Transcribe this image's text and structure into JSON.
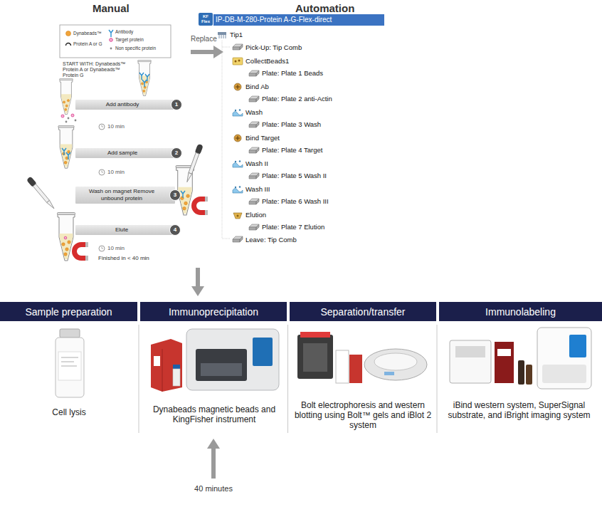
{
  "diagram": {
    "nodes": [
      {
        "text": [
          "Add antibody"
        ]
      },
      {
        "text": [
          "1"
        ],
        "in": 0
      },
      {
        "text": [
          "Add sample"
        ]
      },
      {
        "text": [
          "2"
        ],
        "in": 2
      },
      {
        "text": [
          "Wash on magnet Remove unbound protein"
        ]
      },
      {
        "text": [
          "3"
        ],
        "in": 4
      },
      {
        "text": [
          "Elute"
        ]
      },
      {
        "text": [
          "4"
        ],
        "in": 6
      },
      {
        "text": [
          "Sample preparation"
        ]
      },
      {
        "text": [
          "Immunoprecipitation"
        ]
      },
      {
        "text": [
          "Separation/transfer"
        ]
      },
      {
        "text": [
          "Immunolabeling"
        ]
      }
    ],
    "labels": [
      "Manual",
      "Automation",
      "START WITH: Dynabeads™ Protein A or Dynabeads™ Protein G",
      "10 min",
      "10 min",
      "10 min",
      "Finished in < 40 min",
      "Replace",
      "KF Flex",
      "IP-DB-M-280-Protein A-G-Flex-direct",
      "Tip1",
      "Pick-Up: Tip Comb",
      "CollectBeads1",
      "Plate: Plate 1 Beads",
      "Bind Ab",
      "Plate: Plate 2 anti-Actin",
      "Wash",
      "Plate: Plate 3 Wash",
      "Bind Target",
      "Plate: Plate 4 Target",
      "Wash II",
      "Plate: Plate 5 Wash II",
      "Wash III",
      "Plate: Plate 6 Wash III",
      "Elution",
      "Plate: Plate 7 Elution",
      "Leave: Tip Comb",
      "Cell lysis",
      "Dynabeads magnetic beads and KingFisher instrument",
      "Bolt electrophoresis and western blotting using Bolt™ gels and iBlot 2 system",
      "iBind western system, SuperSignal substrate, and iBright imaging system",
      "40 minutes"
    ],
    "legend": [
      {
        "text": "Dynabeads™"
      },
      {
        "text": "Protein A or G"
      },
      {
        "text": "Antibody"
      },
      {
        "text": "Target protein"
      },
      {
        "text": "Non specific protein"
      }
    ]
  }
}
